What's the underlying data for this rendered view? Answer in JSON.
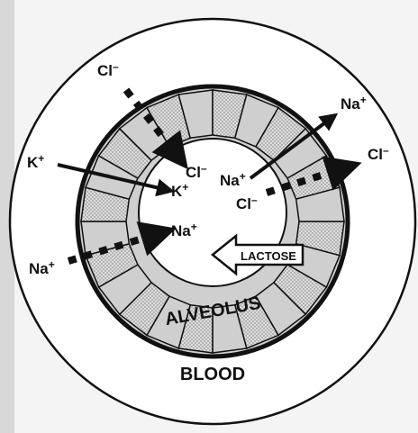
{
  "regions": {
    "blood": "BLOOD",
    "alveolus": "ALVEOLUS"
  },
  "ions": {
    "cl_top_outer": {
      "ion": "Cl",
      "charge": "–"
    },
    "cl_top_inner": {
      "ion": "Cl",
      "charge": "–"
    },
    "k_outer": {
      "ion": "K",
      "charge": "+"
    },
    "k_inner": {
      "ion": "K",
      "charge": "+"
    },
    "na_right_inner": {
      "ion": "Na",
      "charge": "+"
    },
    "na_right_outer": {
      "ion": "Na",
      "charge": "+"
    },
    "cl_right_outer": {
      "ion": "Cl",
      "charge": "–"
    },
    "cl_right_inner": {
      "ion": "Cl",
      "charge": "–"
    },
    "na_left_inner": {
      "ion": "Na",
      "charge": "+"
    },
    "na_left_outer": {
      "ion": "Na",
      "charge": "+"
    }
  },
  "lactose": {
    "label": "LACTOSE"
  },
  "colors": {
    "ink": "#111111",
    "blood_fill": "#eeeeee",
    "cell_fill": "#cfcfcf",
    "paper": "#ffffff"
  }
}
